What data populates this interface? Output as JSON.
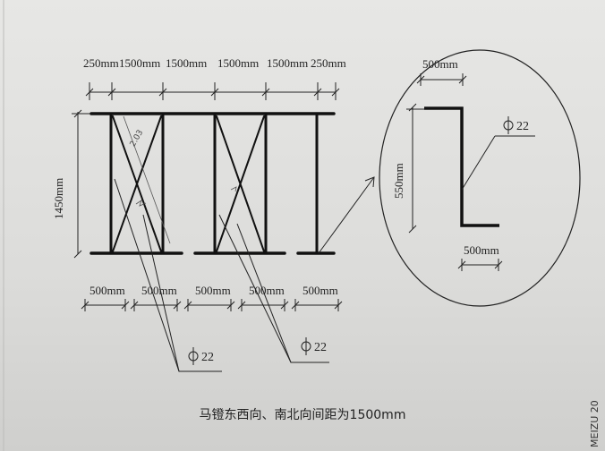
{
  "drawing": {
    "top_dims": [
      "250mm",
      "1500mm",
      "1500mm",
      "1500mm",
      "1500mm",
      "250mm"
    ],
    "height_dim": "1450mm",
    "bottom_dims": [
      "500mm",
      "500mm",
      "500mm",
      "500mm",
      "500mm"
    ],
    "callout_left": "22",
    "callout_right": "22",
    "handwritten_mark": "2.03"
  },
  "detail": {
    "top_dim": "500mm",
    "height_dim": "550mm",
    "bottom_dim": "500mm",
    "rebar": "22"
  },
  "caption": "马镫东西向、南北向间距为1500mm",
  "watermark": "MEIZU 20"
}
